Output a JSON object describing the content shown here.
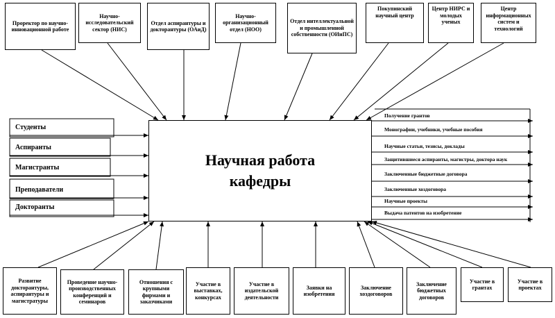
{
  "top_boxes": [
    "Проректор по научно-инновационной работе",
    "Научно-исследовательский сектор (НИС)",
    "Отдел аспирантуры и докторантуры (ОАиД)",
    "Научно-организационный отдел (НОО)",
    "Отдел интеллектуальной и промышленной собственности (ОИиПС)",
    "Покупинский научный центр",
    "Центр НИРС и молодых ученых",
    "Центр информационных систем и технологий"
  ],
  "center": {
    "line1": "Научная работа",
    "line2": "кафедры"
  },
  "left_inputs": [
    "Студенты",
    "Аспиранты",
    "Магистранты",
    "Преподаватели",
    "Докторанты"
  ],
  "right_outputs": [
    "Получение грантов",
    "Монографии, учебники, учебные пособия",
    "Научные статьи, тезисы, доклады",
    "Защитившиеся аспиранты, магистры, доктора наук",
    "Заключенные бюджетные договора",
    "Заключенные хоздоговора",
    "Научные проекты",
    "Выдача патентов на изобретение"
  ],
  "bottom_boxes": [
    "Развитие докторантуры, аспирантуры и магистратуры",
    "Проведение научно-производственных конференций и семинаров",
    "Отношения с крупными фирмами и заказчиками",
    "Участие в выставках, конкурсах",
    "Участие в издательской деятельности",
    "Заявки на изобретения",
    "Заключение хоздоговоров",
    "Заключение бюджетных договоров",
    "Участие в грантах",
    "Участие в проектах"
  ]
}
